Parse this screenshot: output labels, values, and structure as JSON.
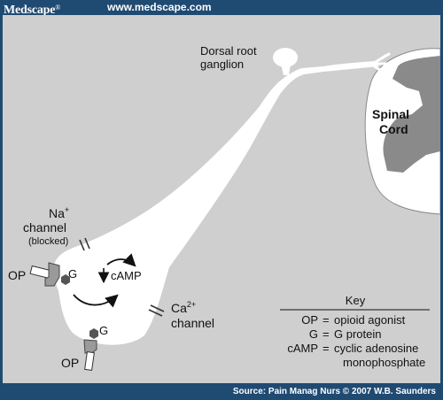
{
  "header": {
    "brand": "Medscape",
    "brand_mark": "®",
    "url": "www.medscape.com"
  },
  "diagram": {
    "drg_label_line1": "Dorsal root",
    "drg_label_line2": "ganglion",
    "cord_label_line1": "Spinal",
    "cord_label_line2": "Cord",
    "na_label_line1": "Na",
    "na_label_sup": "+",
    "na_label_line2": "channel",
    "na_label_line3": "(blocked)",
    "ca_label_line1": "Ca",
    "ca_label_sup": "2+",
    "ca_label_line2": "channel",
    "op_label": "OP",
    "g_label": "G",
    "camp_label": "cAMP"
  },
  "key": {
    "title": "Key",
    "rows": [
      {
        "abbr": "OP",
        "desc": "opioid agonist"
      },
      {
        "abbr": "G",
        "desc": "G protein"
      },
      {
        "abbr": "cAMP",
        "desc": "cyclic adenosine"
      }
    ],
    "continuation": "monophosphate"
  },
  "footer": {
    "source": "Source: Pain Manag Nurs © 2007 W.B. Saunders"
  },
  "colors": {
    "navy": "#1f4a72",
    "panel_gray": "#cfcfcf",
    "cord_dark": "#8a8a8a",
    "receptor_gray": "#9a9a9a",
    "gprotein_dark": "#555555"
  }
}
